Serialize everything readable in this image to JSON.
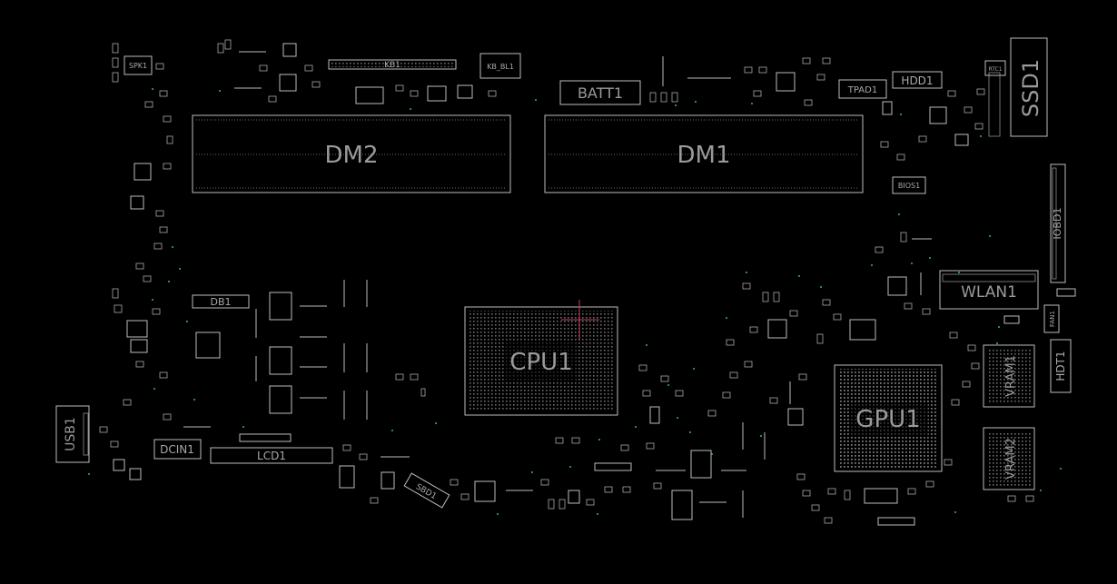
{
  "colors": {
    "background": "#000000",
    "outline": "#bdbdbd",
    "label": "#9a9a9a",
    "via": "#3aa6b8",
    "cursor": "#c0405a"
  },
  "components": {
    "cpu": "CPU1",
    "gpu": "GPU1",
    "dimm1": "DM1",
    "dimm2": "DM2",
    "ssd": "SSD1",
    "wlan": "WLAN1",
    "batt": "BATT1",
    "kb": "KB1",
    "kb_bl": "KB_BL1",
    "hdd": "HDD1",
    "tpad": "TPAD1",
    "bios": "BIOS1",
    "iobd": "IOBD1",
    "vram1": "VRAM1",
    "vram2": "VRAM2",
    "hdt": "HDT1",
    "fan": "FAN1",
    "usb": "USB1",
    "dcin": "DCIN1",
    "lcd": "LCD1",
    "db": "DB1",
    "spk": "SPK1",
    "sbd": "SBD1",
    "rtc": "RTC1"
  }
}
